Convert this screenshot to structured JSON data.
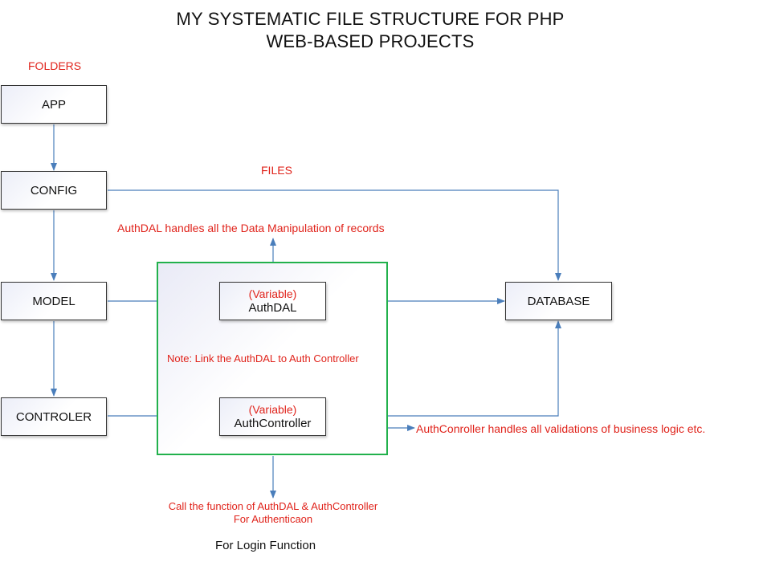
{
  "title": {
    "line1": "MY SYSTEMATIC FILE STRUCTURE FOR PHP",
    "line2": "WEB-BASED PROJECTS"
  },
  "labels": {
    "folders": "FOLDERS",
    "files": "FILES",
    "authdal_note": "AuthDAL handles all the Data Manipulation of records",
    "link_note": "Note: Link the AuthDAL to Auth Controller",
    "controller_note": "AuthConroller handles all validations of business logic etc.",
    "call_line1": "Call the function of AuthDAL & AuthController",
    "call_line2": "For Authenticaon",
    "login": "For Login Function"
  },
  "folders": [
    "APP",
    "CONFIG",
    "MODEL",
    "CONTROLER"
  ],
  "database": "DATABASE",
  "authdal": {
    "variable": "(Variable)",
    "name": "AuthDAL"
  },
  "authcontroller": {
    "variable": "(Variable)",
    "name": "AuthController"
  },
  "colors": {
    "arrow": "#4a7ebb",
    "annotation_red": "#e0231b",
    "group_border": "#22b14c",
    "box_border": "#333333"
  }
}
